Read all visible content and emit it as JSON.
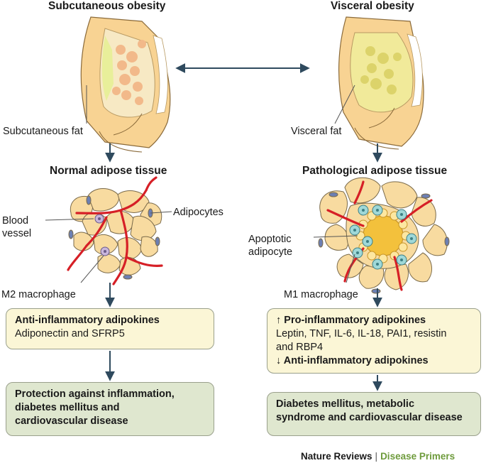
{
  "left": {
    "title": "Subcutaneous obesity",
    "fat_label": "Subcutaneous fat",
    "tissue_title": "Normal adipose tissue",
    "blood_vessel_label": [
      "Blood",
      "vessel"
    ],
    "adipocytes_label": "Adipocytes",
    "macrophage_label": "M2 macrophage",
    "adipokine_box": {
      "heading": "Anti-inflammatory adipokines",
      "text": "Adiponectin and SFRP5"
    },
    "outcome_box": [
      "Protection against inflammation,",
      "diabetes mellitus and",
      "cardiovascular disease"
    ]
  },
  "right": {
    "title": "Visceral obesity",
    "fat_label": "Visceral fat",
    "tissue_title": "Pathological adipose tissue",
    "apoptotic_label": [
      "Apoptotic",
      "adipocyte"
    ],
    "macrophage_label": "M1 macrophage",
    "adipokine_box": {
      "pro_heading": "↑ Pro-inflammatory adipokines",
      "pro_text": [
        "Leptin, TNF, IL-6, IL-18, PAI1, resistin",
        "and RBP4"
      ],
      "anti_heading": "↓ Anti-inflammatory adipokines"
    },
    "outcome_box": [
      "Diabetes mellitus, metabolic",
      "syndrome and cardiovascular disease"
    ]
  },
  "footer": {
    "brand": "Nature Reviews",
    "separator": "|",
    "series": "Disease Primers"
  },
  "colors": {
    "skin": "#f8dba0",
    "fat_light": "#f4e58c",
    "vessel": "#d61f26",
    "m1_macrophage": "#9fd8d8",
    "m2_macrophage": "#c9b6dc",
    "box_yellow": "#fbf6d6",
    "box_green": "#dfe7cf",
    "arrow": "#2f4a5e"
  }
}
